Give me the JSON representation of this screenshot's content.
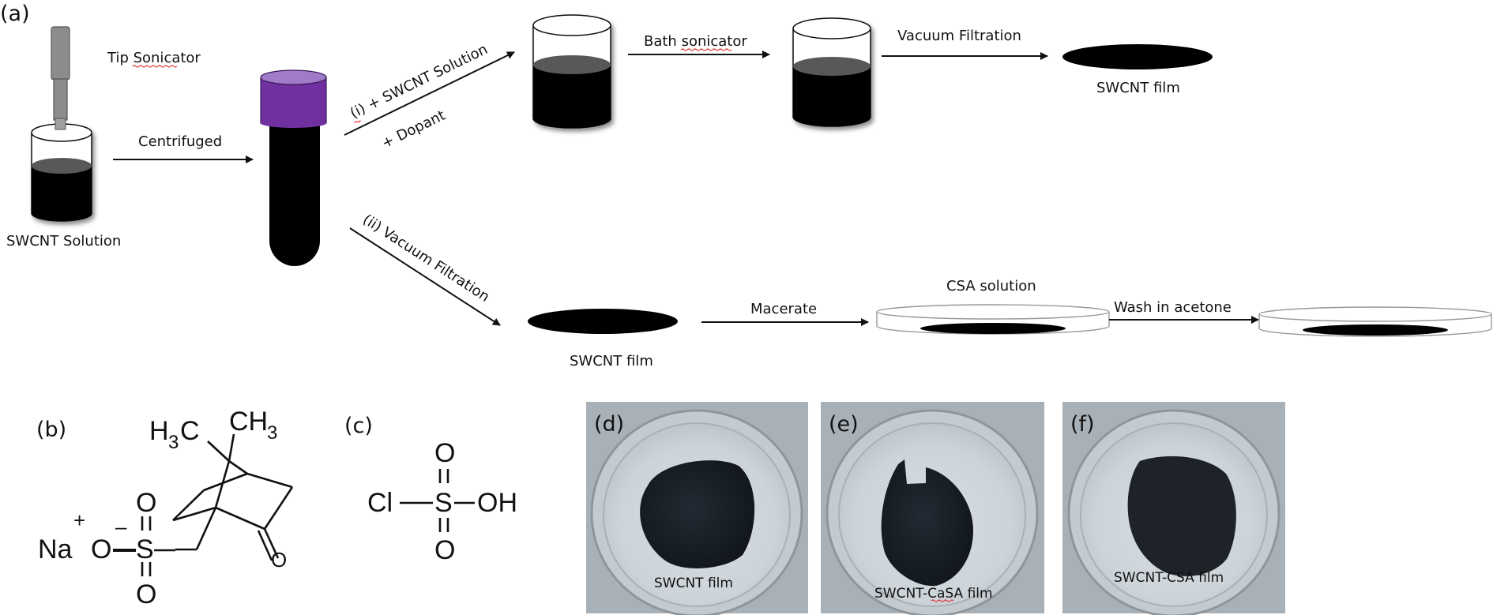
{
  "figure": {
    "panel_labels": {
      "a": "(a)",
      "b": "(b)",
      "c": "(c)",
      "d": "(d)",
      "e": "(e)",
      "f": "(f)"
    },
    "process": {
      "tip_sonicator": "Tip Sonicator",
      "swcnt_solution": "SWCNT Solution",
      "centrifuged": "Centrifuged",
      "route_i_line1": "(i) + SWCNT Solution",
      "route_i_line2": "+ Dopant",
      "bath_sonicator": "Bath sonicator",
      "vacuum_filtration": "Vacuum Filtration",
      "swcnt_film_top": "SWCNT film",
      "route_ii": "(ii) Vacuum Filtration",
      "swcnt_film_bottom": "SWCNT film",
      "macerate": "Macerate",
      "csa_solution": "CSA solution",
      "wash_in_acetone": "Wash in acetone"
    },
    "structure_b": {
      "name": "sodium camphorsulfonate",
      "atoms": {
        "h3c": "H",
        "h3c_sub": "3",
        "h3c_c": "C",
        "ch3": "CH",
        "ch3_sub": "3",
        "na": "Na",
        "plus": "+",
        "o_minus": "O",
        "minus": "–",
        "s": "S",
        "o_top": "O",
        "o_bottom": "O",
        "o_ketone": "O"
      }
    },
    "structure_c": {
      "name": "chlorosulfonic acid",
      "atoms": {
        "cl": "Cl",
        "s": "S",
        "oh": "OH",
        "o_top": "O",
        "o_bottom": "O"
      }
    },
    "photos": [
      {
        "label": "SWCNT film"
      },
      {
        "label": "SWCNT-CaSA film"
      },
      {
        "label": "SWCNT-CSA film"
      }
    ],
    "colors": {
      "cap_purple": "#7030a0",
      "cap_top": "#a07cc8",
      "liquid_black": "#000000",
      "liquid_surface": "#595959",
      "probe_gray": "#8c8c8c",
      "photo_bg": "#a9b1b8"
    }
  }
}
